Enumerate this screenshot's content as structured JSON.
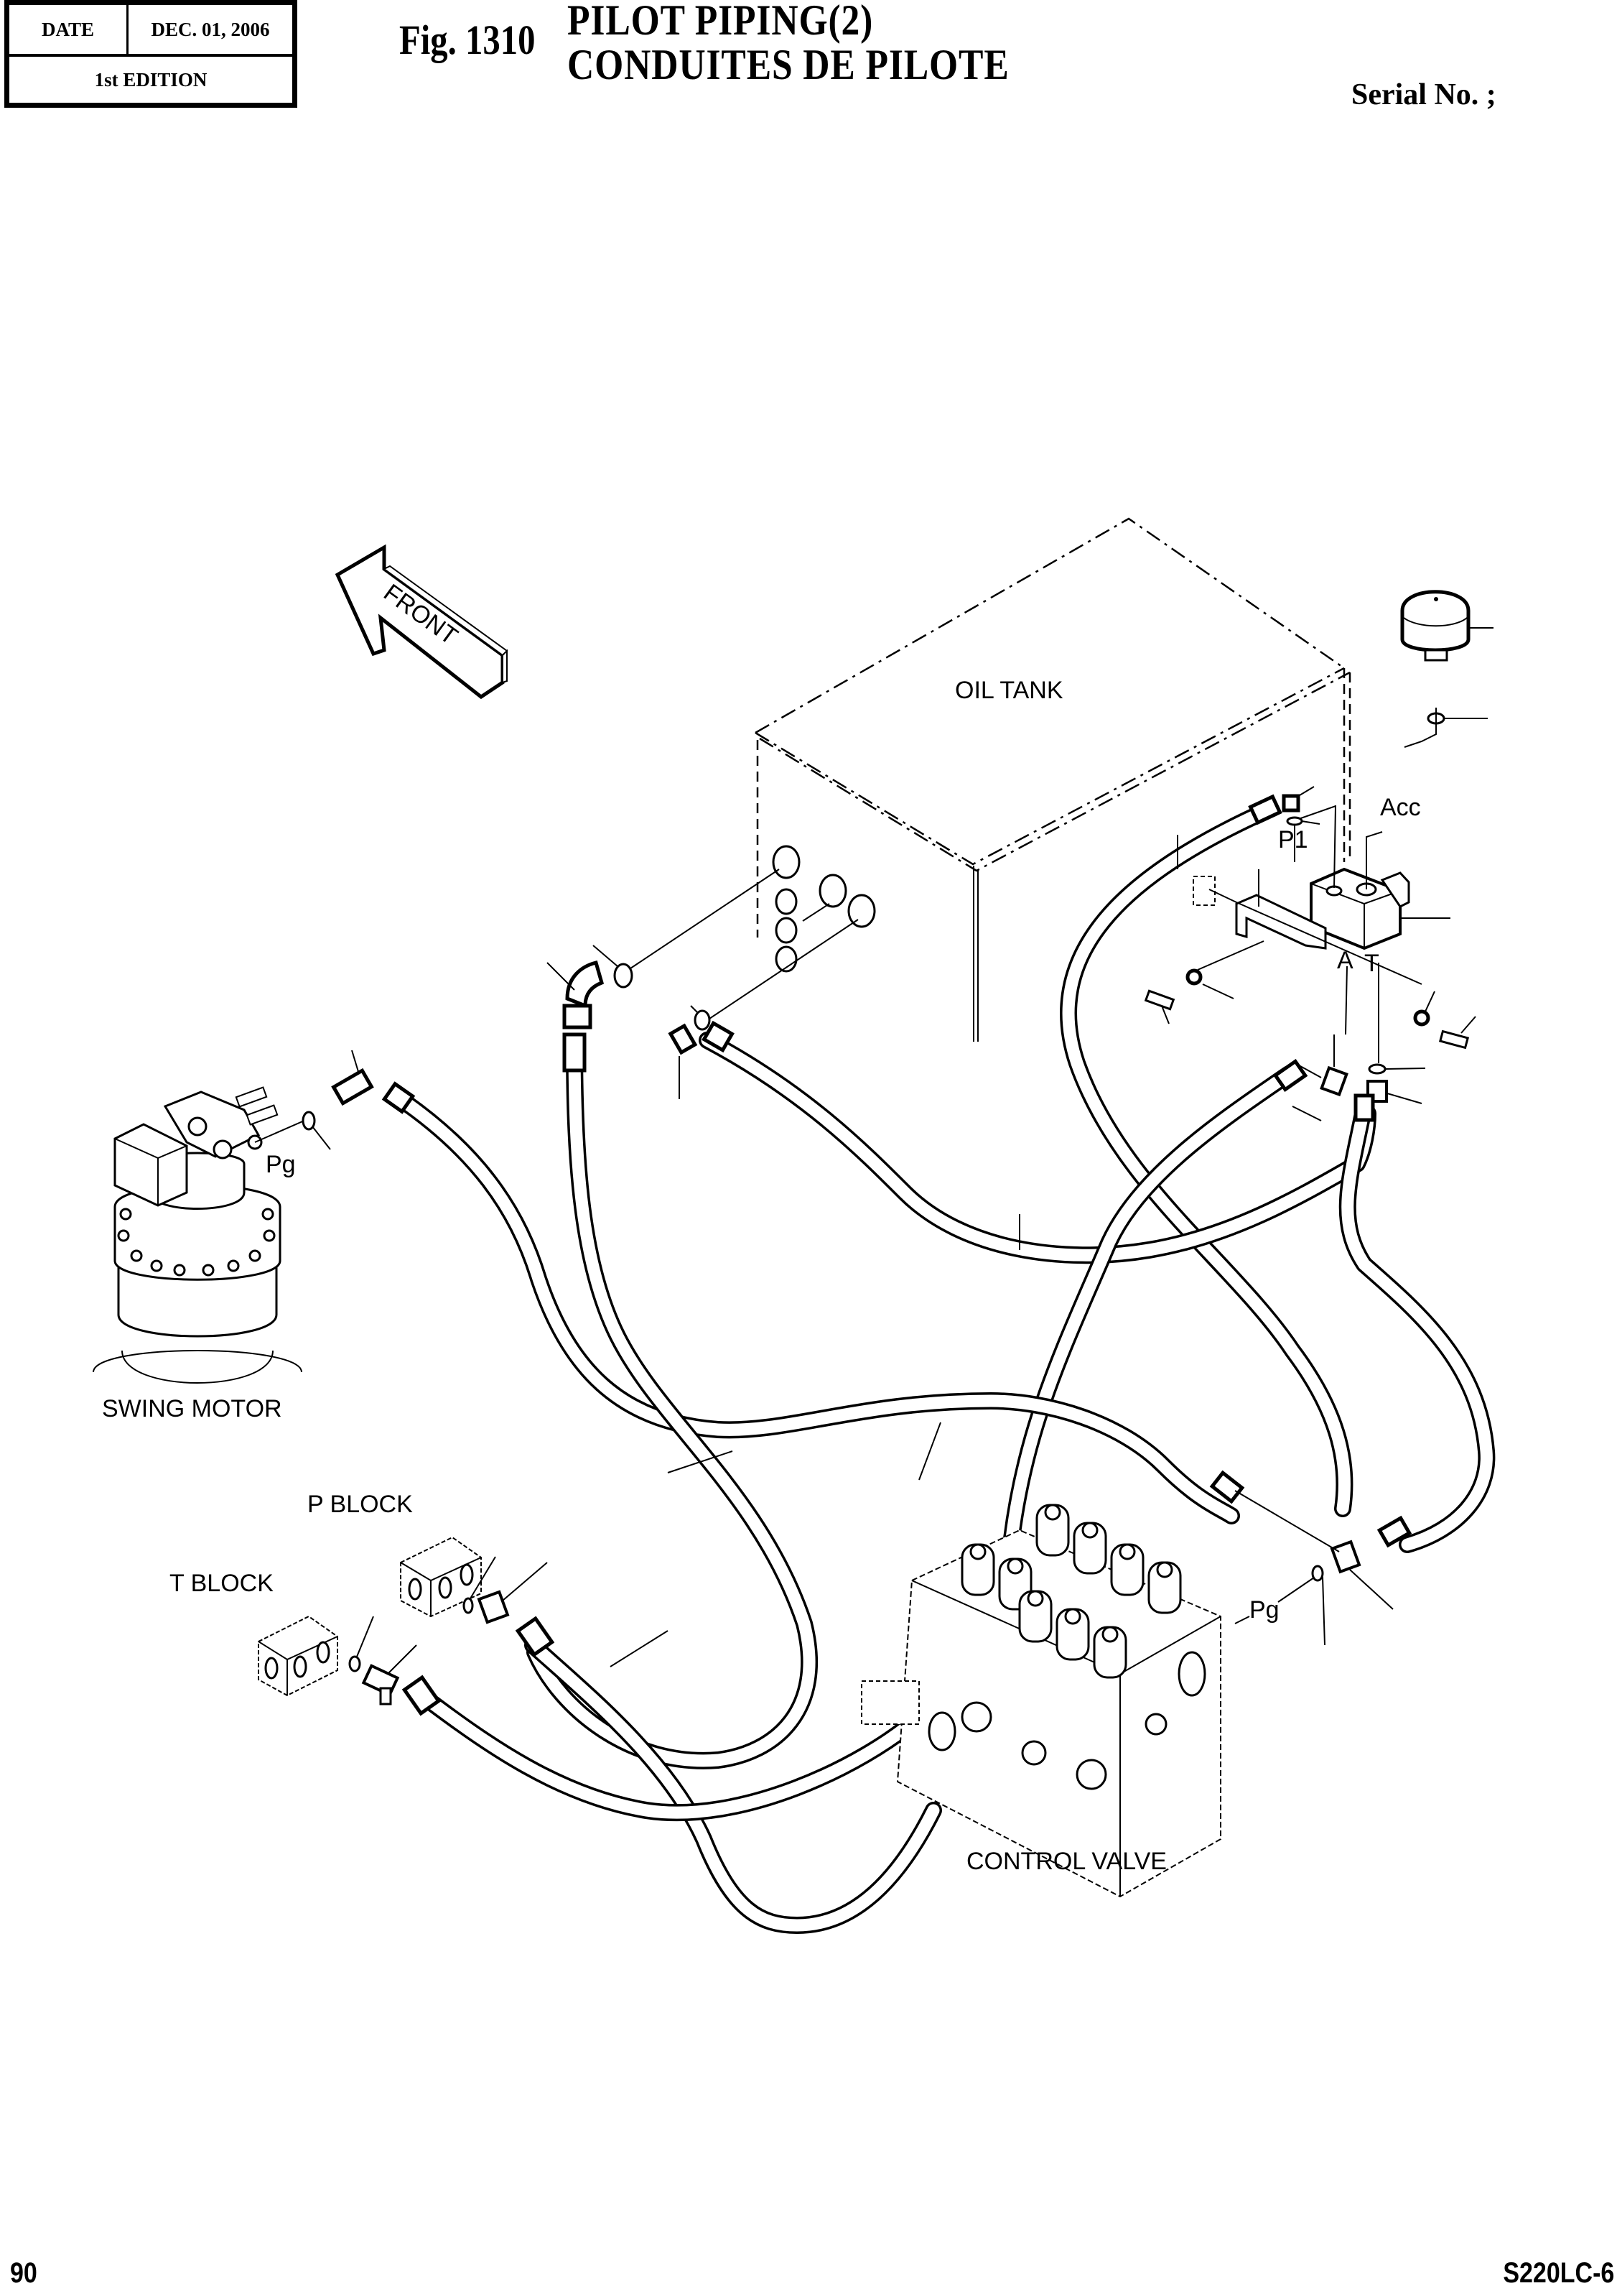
{
  "header": {
    "date_label": "DATE",
    "date_value": "DEC. 01, 2006",
    "edition": "1st EDITION",
    "figure_number": "Fig. 1310",
    "title_en": "PILOT PIPING(2)",
    "title_fr": "CONDUITES DE PILOTE",
    "serial_label": "Serial No. ;"
  },
  "diagram": {
    "direction_label": "FRONT",
    "components": {
      "oil_tank": "OIL TANK",
      "swing_motor": "SWING MOTOR",
      "p_block": "P BLOCK",
      "t_block": "T BLOCK",
      "control_valve": "CONTROL VALVE"
    },
    "port_labels": {
      "acc": "Acc",
      "p1": "P1",
      "a": "A",
      "t": "T",
      "pg_swing": "Pg",
      "pg_valve": "Pg"
    }
  },
  "footer": {
    "page_number": "90",
    "model": "S220LC-6"
  }
}
